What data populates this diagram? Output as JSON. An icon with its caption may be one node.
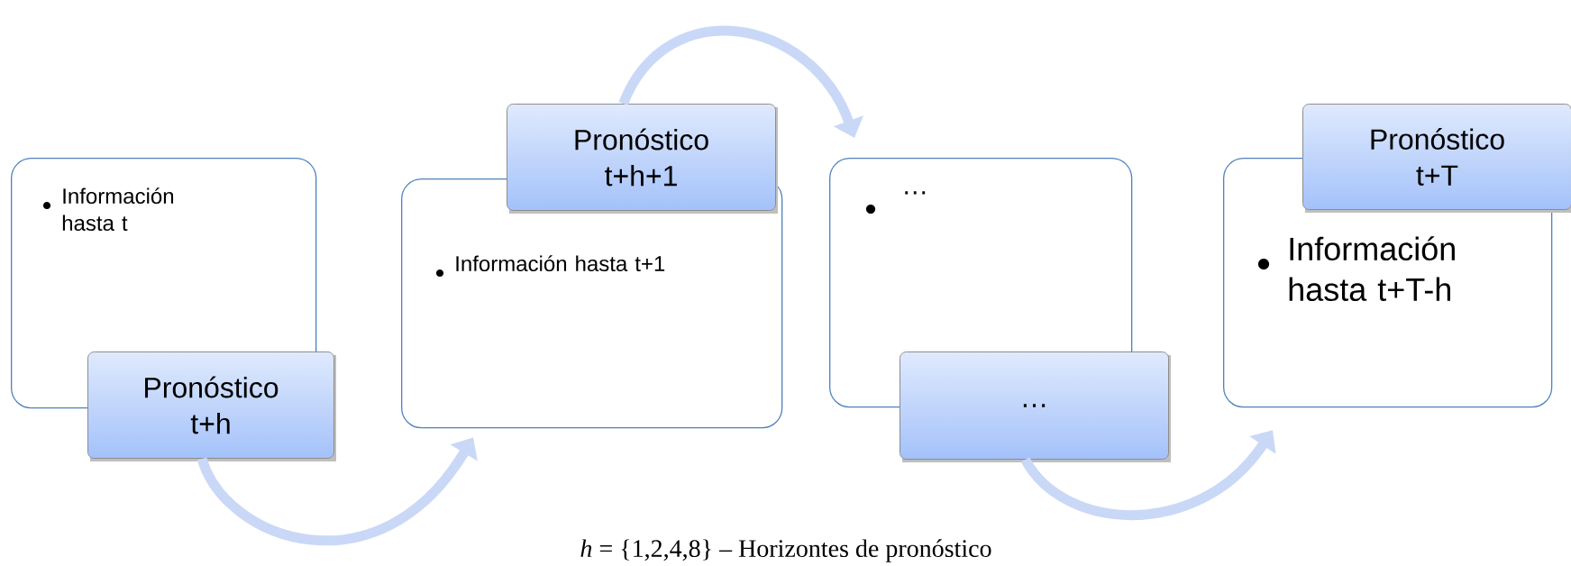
{
  "diagram": {
    "caption": "*h* = {1,2,4,8} – Horizontes de pronóstico",
    "nodes": [
      {
        "text": [
          "Información hasta t"
        ]
      },
      {
        "text": [
          "Pronóstico t+h"
        ]
      },
      {
        "text": [
          "Información hasta t+1"
        ]
      },
      {
        "text": [
          "Pronóstico t+h+1"
        ]
      },
      {
        "text": [
          "…"
        ]
      },
      {
        "text": [
          "…"
        ]
      },
      {
        "text": [
          "Información hasta t+T-h"
        ]
      },
      {
        "text": [
          "Pronóstico t+T"
        ]
      }
    ],
    "edges": [
      {
        "from": 1,
        "to": 2,
        "arrow": "to"
      },
      {
        "from": 3,
        "to": 4,
        "arrow": "to"
      },
      {
        "from": 5,
        "to": 6,
        "arrow": "to"
      }
    ]
  }
}
